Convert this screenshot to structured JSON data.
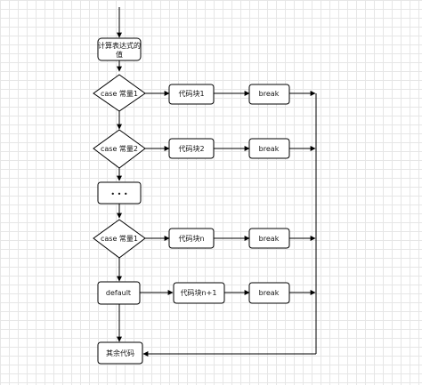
{
  "nodes": {
    "compute": {
      "line1": "计算表达式的",
      "line2": "值"
    },
    "case1": {
      "label": "case  常量1"
    },
    "code1": {
      "label": "代码块1"
    },
    "break1": {
      "label": "break"
    },
    "case2": {
      "label": "case  常量2"
    },
    "code2": {
      "label": "代码块2"
    },
    "break2": {
      "label": "break"
    },
    "ellipsis": {
      "label": "• • •"
    },
    "casen": {
      "label": "case  常量1"
    },
    "coden": {
      "label": "代码块n"
    },
    "breakn": {
      "label": "break"
    },
    "default": {
      "label": "default"
    },
    "coden1": {
      "label": "代码块n+1"
    },
    "break_default": {
      "label": "break"
    },
    "rest": {
      "label": "其余代码"
    }
  },
  "colors": {
    "grid": "#e6e6e6",
    "stroke": "#000000",
    "fill": "#ffffff"
  }
}
